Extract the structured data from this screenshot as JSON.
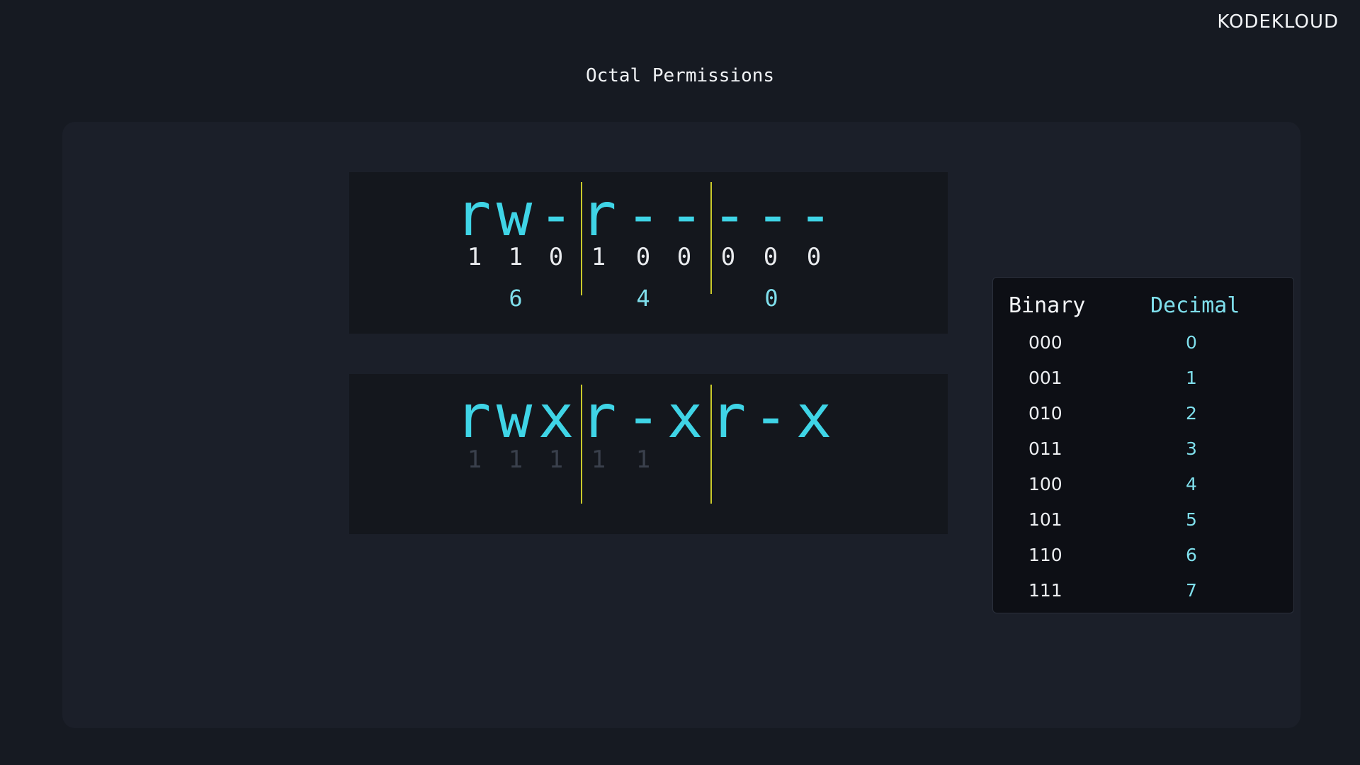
{
  "brand": {
    "logo_text": "KODEKLOUD"
  },
  "slide": {
    "title": "Octal Permissions"
  },
  "example1": {
    "chars": [
      "r",
      "w",
      "-",
      "r",
      "-",
      "-",
      "-",
      "-",
      "-"
    ],
    "bits": [
      "1",
      "1",
      "0",
      "1",
      "0",
      "0",
      "0",
      "0",
      "0"
    ],
    "octal": [
      "6",
      "4",
      "0"
    ]
  },
  "example2": {
    "chars": [
      "r",
      "w",
      "x",
      "r",
      "-",
      "x",
      "r",
      "-",
      "x"
    ],
    "bits_partial": [
      "1",
      "1",
      "1",
      "1",
      "1"
    ]
  },
  "table": {
    "header_binary": "Binary",
    "header_decimal": "Decimal",
    "rows": [
      {
        "binary": "000",
        "decimal": "0"
      },
      {
        "binary": "001",
        "decimal": "1"
      },
      {
        "binary": "010",
        "decimal": "2"
      },
      {
        "binary": "011",
        "decimal": "3"
      },
      {
        "binary": "100",
        "decimal": "4"
      },
      {
        "binary": "101",
        "decimal": "5"
      },
      {
        "binary": "110",
        "decimal": "6"
      },
      {
        "binary": "111",
        "decimal": "7"
      }
    ]
  },
  "colors": {
    "accent_cyan": "#3fd4e6",
    "divider_yellow": "#c9c92a",
    "background": "#161a22"
  }
}
